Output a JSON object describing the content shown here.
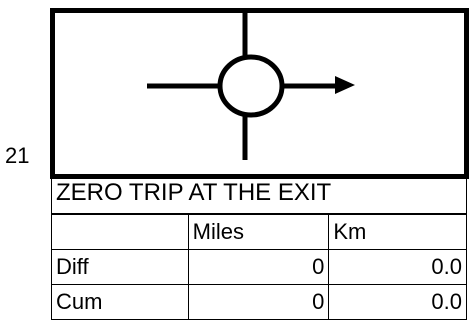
{
  "step": {
    "number": "21"
  },
  "diagram": {
    "icon": "roundabout-exit-arrow-icon",
    "exit_direction": "right"
  },
  "instruction": {
    "text": "ZERO TRIP AT THE EXIT"
  },
  "distance_table": {
    "headers": [
      "",
      "Miles",
      "Km"
    ],
    "rows": [
      {
        "label": "Diff",
        "miles": "0",
        "km": "0.0"
      },
      {
        "label": "Cum",
        "miles": "0",
        "km": "0.0"
      }
    ]
  }
}
